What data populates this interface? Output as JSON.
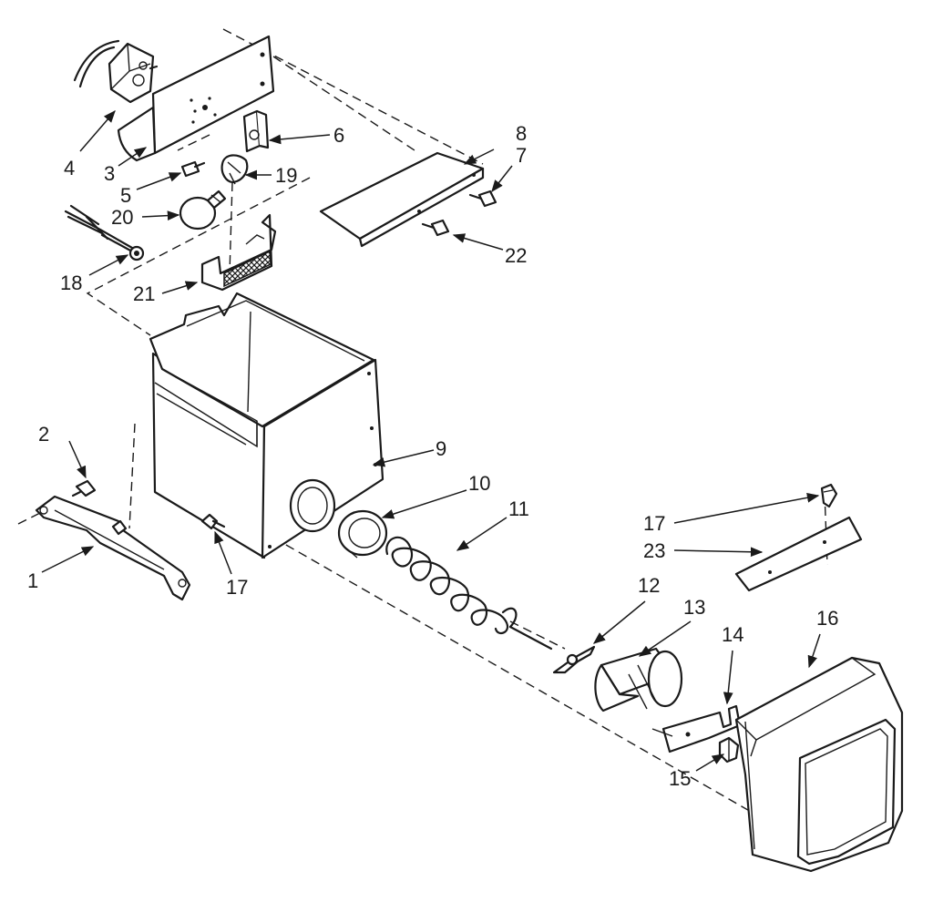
{
  "labels": {
    "l1": "1",
    "l2": "2",
    "l3": "3",
    "l4": "4",
    "l5": "5",
    "l6": "6",
    "l7": "7",
    "l8": "8",
    "l9": "9",
    "l10": "10",
    "l11": "11",
    "l12": "12",
    "l13": "13",
    "l14": "14",
    "l15": "15",
    "l16": "16",
    "l17a": "17",
    "l17b": "17",
    "l18": "18",
    "l19": "19",
    "l20": "20",
    "l21": "21",
    "l22": "22",
    "l23": "23"
  },
  "colors": {
    "ink": "#1a1a1a",
    "paper": "#ffffff"
  }
}
